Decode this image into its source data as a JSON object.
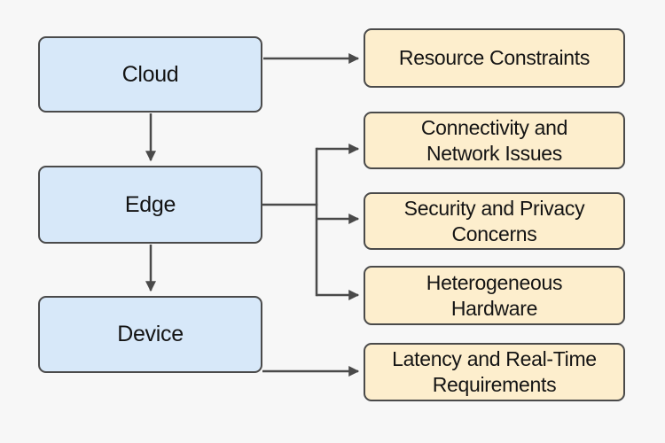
{
  "diagram": {
    "nodes": {
      "cloud": {
        "label": "Cloud",
        "type": "level"
      },
      "edge": {
        "label": "Edge",
        "type": "level"
      },
      "device": {
        "label": "Device",
        "type": "level"
      },
      "resource_constraints": {
        "label": "Resource Constraints",
        "type": "challenge"
      },
      "connectivity": {
        "label": "Connectivity and\nNetwork Issues",
        "type": "challenge"
      },
      "security": {
        "label": "Security and Privacy\nConcerns",
        "type": "challenge"
      },
      "heterogeneous": {
        "label": "Heterogeneous\nHardware",
        "type": "challenge"
      },
      "latency": {
        "label": "Latency and Real-Time\nRequirements",
        "type": "challenge"
      }
    },
    "edges": [
      {
        "from": "cloud",
        "to": "edge",
        "arrow": true
      },
      {
        "from": "edge",
        "to": "device",
        "arrow": true
      },
      {
        "from": "cloud",
        "to": "resource_constraints",
        "arrow": true
      },
      {
        "from": "edge",
        "to": "connectivity",
        "arrow": true
      },
      {
        "from": "edge",
        "to": "security",
        "arrow": true
      },
      {
        "from": "edge",
        "to": "heterogeneous",
        "arrow": true
      },
      {
        "from": "device",
        "to": "latency",
        "arrow": true
      }
    ],
    "colors": {
      "background": "#f7f7f7",
      "level_node_fill": "#d7e8f9",
      "challenge_node_fill": "#fdeecd",
      "node_border": "#4a4a4a",
      "edge_stroke": "#4a4a4a",
      "text": "#141414"
    }
  }
}
